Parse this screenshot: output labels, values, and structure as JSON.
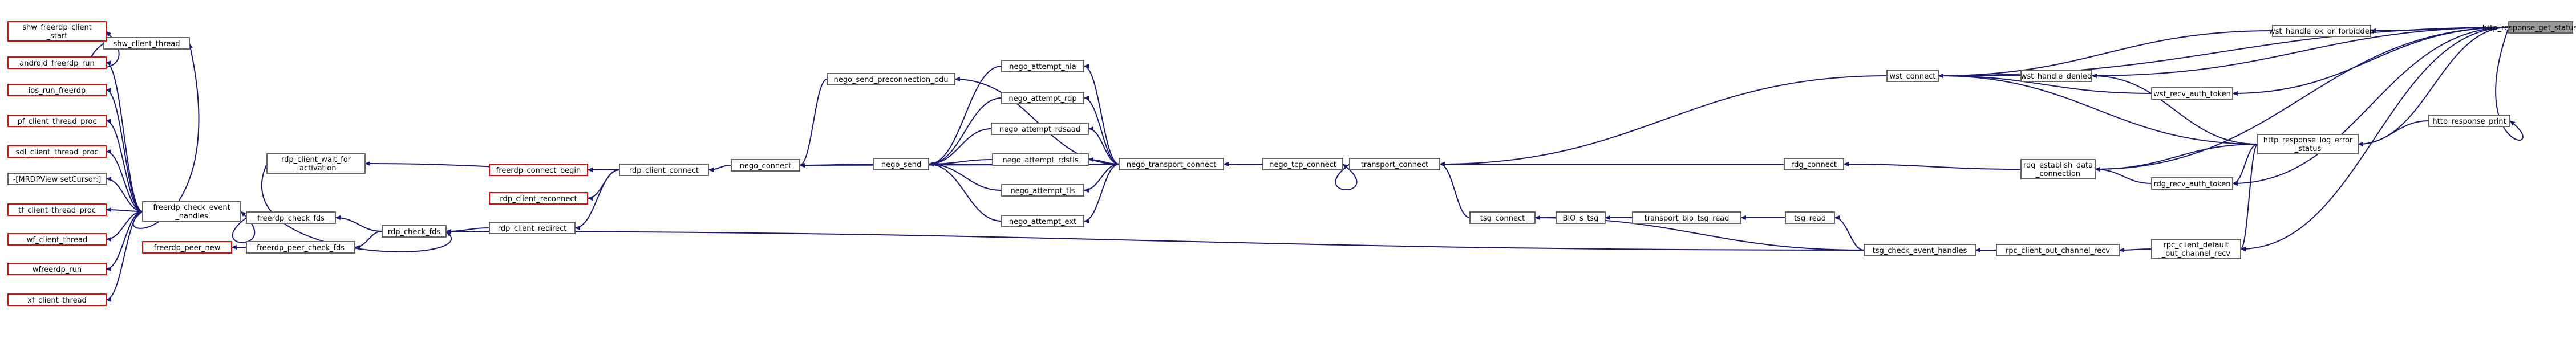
{
  "colors": {
    "edge": "#191970",
    "border": "#666666",
    "caller_border": "#ff0000",
    "focus_fill": "#999999"
  },
  "nodes": [
    {
      "id": "http_response_get_status_code",
      "lines": [
        "http_response_get_status_code"
      ],
      "kind": "focus"
    },
    {
      "id": "wst_handle_ok_or_forbidden",
      "lines": [
        "wst_handle_ok_or_forbidden"
      ],
      "kind": "normal"
    },
    {
      "id": "wst_connect",
      "lines": [
        "wst_connect"
      ],
      "kind": "normal"
    },
    {
      "id": "wst_handle_denied",
      "lines": [
        "wst_handle_denied"
      ],
      "kind": "normal"
    },
    {
      "id": "wst_recv_auth_token",
      "lines": [
        "wst_recv_auth_token"
      ],
      "kind": "normal"
    },
    {
      "id": "http_response_print",
      "lines": [
        "http_response_print"
      ],
      "kind": "normal"
    },
    {
      "id": "http_response_log_error_status",
      "lines": [
        "http_response_log_error",
        "_status"
      ],
      "kind": "normal"
    },
    {
      "id": "rdg_recv_auth_token",
      "lines": [
        "rdg_recv_auth_token"
      ],
      "kind": "normal"
    },
    {
      "id": "rdg_establish_data_connection",
      "lines": [
        "rdg_establish_data",
        "_connection"
      ],
      "kind": "normal"
    },
    {
      "id": "rpc_client_default_out_channel_recv",
      "lines": [
        "rpc_client_default",
        "_out_channel_recv"
      ],
      "kind": "normal"
    },
    {
      "id": "rpc_client_out_channel_recv",
      "lines": [
        "rpc_client_out_channel_recv"
      ],
      "kind": "normal"
    },
    {
      "id": "rdg_connect",
      "lines": [
        "rdg_connect"
      ],
      "kind": "normal"
    },
    {
      "id": "tsg_check_event_handles",
      "lines": [
        "tsg_check_event_handles"
      ],
      "kind": "normal"
    },
    {
      "id": "tsg_read",
      "lines": [
        "tsg_read"
      ],
      "kind": "normal"
    },
    {
      "id": "transport_bio_tsg_read",
      "lines": [
        "transport_bio_tsg_read"
      ],
      "kind": "normal"
    },
    {
      "id": "BIO_s_tsg",
      "lines": [
        "BIO_s_tsg"
      ],
      "kind": "normal"
    },
    {
      "id": "tsg_connect",
      "lines": [
        "tsg_connect"
      ],
      "kind": "normal"
    },
    {
      "id": "transport_connect",
      "lines": [
        "transport_connect"
      ],
      "kind": "normal"
    },
    {
      "id": "nego_tcp_connect",
      "lines": [
        "nego_tcp_connect"
      ],
      "kind": "normal"
    },
    {
      "id": "nego_transport_connect",
      "lines": [
        "nego_transport_connect"
      ],
      "kind": "normal"
    },
    {
      "id": "nego_send_preconnection_pdu",
      "lines": [
        "nego_send_preconnection_pdu"
      ],
      "kind": "normal"
    },
    {
      "id": "nego_attempt_nla",
      "lines": [
        "nego_attempt_nla"
      ],
      "kind": "normal"
    },
    {
      "id": "nego_attempt_rdp",
      "lines": [
        "nego_attempt_rdp"
      ],
      "kind": "normal"
    },
    {
      "id": "nego_attempt_rdsaad",
      "lines": [
        "nego_attempt_rdsaad"
      ],
      "kind": "normal"
    },
    {
      "id": "nego_attempt_rdstls",
      "lines": [
        "nego_attempt_rdstls"
      ],
      "kind": "normal"
    },
    {
      "id": "nego_attempt_tls",
      "lines": [
        "nego_attempt_tls"
      ],
      "kind": "normal"
    },
    {
      "id": "nego_attempt_ext",
      "lines": [
        "nego_attempt_ext"
      ],
      "kind": "normal"
    },
    {
      "id": "nego_send",
      "lines": [
        "nego_send"
      ],
      "kind": "normal"
    },
    {
      "id": "nego_connect",
      "lines": [
        "nego_connect"
      ],
      "kind": "normal"
    },
    {
      "id": "rdp_client_connect",
      "lines": [
        "rdp_client_connect"
      ],
      "kind": "normal"
    },
    {
      "id": "rdp_client_wait_for_activation",
      "lines": [
        "rdp_client_wait_for",
        "_activation"
      ],
      "kind": "normal"
    },
    {
      "id": "rdp_client_redirect",
      "lines": [
        "rdp_client_redirect"
      ],
      "kind": "normal"
    },
    {
      "id": "freerdp_connect_begin",
      "lines": [
        "freerdp_connect_begin"
      ],
      "kind": "caller"
    },
    {
      "id": "rdp_client_reconnect",
      "lines": [
        "rdp_client_reconnect"
      ],
      "kind": "caller"
    },
    {
      "id": "rdp_check_fds",
      "lines": [
        "rdp_check_fds"
      ],
      "kind": "normal"
    },
    {
      "id": "freerdp_check_fds",
      "lines": [
        "freerdp_check_fds"
      ],
      "kind": "normal"
    },
    {
      "id": "freerdp_peer_check_fds",
      "lines": [
        "freerdp_peer_check_fds"
      ],
      "kind": "normal"
    },
    {
      "id": "freerdp_peer_new",
      "lines": [
        "freerdp_peer_new"
      ],
      "kind": "caller"
    },
    {
      "id": "freerdp_check_event_handles",
      "lines": [
        "freerdp_check_event",
        "_handles"
      ],
      "kind": "normal"
    },
    {
      "id": "shw_client_thread",
      "lines": [
        "shw_client_thread"
      ],
      "kind": "normal"
    },
    {
      "id": "shw_freerdp_client_start",
      "lines": [
        "shw_freerdp_client",
        "_start"
      ],
      "kind": "caller"
    },
    {
      "id": "android_freerdp_run",
      "lines": [
        "android_freerdp_run"
      ],
      "kind": "caller"
    },
    {
      "id": "ios_run_freerdp",
      "lines": [
        "ios_run_freerdp"
      ],
      "kind": "caller"
    },
    {
      "id": "pf_client_thread_proc",
      "lines": [
        "pf_client_thread_proc"
      ],
      "kind": "caller"
    },
    {
      "id": "sdl_client_thread_proc",
      "lines": [
        "sdl_client_thread_proc"
      ],
      "kind": "caller"
    },
    {
      "id": "MRDPView_setCursor",
      "lines": [
        "-[MRDPView setCursor:]"
      ],
      "kind": "normal"
    },
    {
      "id": "tf_client_thread_proc",
      "lines": [
        "tf_client_thread_proc"
      ],
      "kind": "caller"
    },
    {
      "id": "wf_client_thread",
      "lines": [
        "wf_client_thread"
      ],
      "kind": "caller"
    },
    {
      "id": "wfreerdp_run",
      "lines": [
        "wfreerdp_run"
      ],
      "kind": "caller"
    },
    {
      "id": "xf_client_thread",
      "lines": [
        "xf_client_thread"
      ],
      "kind": "caller"
    }
  ],
  "edges": [
    [
      "http_response_get_status_code",
      "wst_handle_ok_or_forbidden"
    ],
    [
      "http_response_get_status_code",
      "wst_connect"
    ],
    [
      "http_response_get_status_code",
      "wst_handle_denied"
    ],
    [
      "http_response_get_status_code",
      "wst_recv_auth_token"
    ],
    [
      "http_response_get_status_code",
      "http_response_print"
    ],
    [
      "http_response_get_status_code",
      "http_response_log_error_status"
    ],
    [
      "http_response_get_status_code",
      "rdg_recv_auth_token"
    ],
    [
      "http_response_get_status_code",
      "rdg_establish_data_connection"
    ],
    [
      "http_response_get_status_code",
      "rpc_client_default_out_channel_recv"
    ],
    [
      "wst_handle_ok_or_forbidden",
      "wst_connect"
    ],
    [
      "wst_handle_denied",
      "wst_connect"
    ],
    [
      "wst_recv_auth_token",
      "wst_connect"
    ],
    [
      "http_response_print",
      "http_response_log_error_status"
    ],
    [
      "http_response_log_error_status",
      "wst_handle_denied"
    ],
    [
      "http_response_log_error_status",
      "wst_connect"
    ],
    [
      "http_response_log_error_status",
      "rdg_establish_data_connection"
    ],
    [
      "http_response_log_error_status",
      "rdg_recv_auth_token"
    ],
    [
      "http_response_log_error_status",
      "rpc_client_default_out_channel_recv"
    ],
    [
      "rdg_recv_auth_token",
      "rdg_establish_data_connection"
    ],
    [
      "wst_connect",
      "transport_connect"
    ],
    [
      "rdg_establish_data_connection",
      "rdg_connect"
    ],
    [
      "rdg_connect",
      "transport_connect"
    ],
    [
      "rpc_client_default_out_channel_recv",
      "rpc_client_out_channel_recv"
    ],
    [
      "rpc_client_out_channel_recv",
      "tsg_check_event_handles"
    ],
    [
      "tsg_check_event_handles",
      "tsg_read"
    ],
    [
      "tsg_check_event_handles",
      "tsg_connect"
    ],
    [
      "tsg_check_event_handles",
      "rdp_check_fds"
    ],
    [
      "tsg_read",
      "transport_bio_tsg_read"
    ],
    [
      "transport_bio_tsg_read",
      "BIO_s_tsg"
    ],
    [
      "BIO_s_tsg",
      "tsg_connect"
    ],
    [
      "tsg_connect",
      "transport_connect"
    ],
    [
      "transport_connect",
      "nego_tcp_connect"
    ],
    [
      "nego_tcp_connect",
      "nego_transport_connect"
    ],
    [
      "nego_tcp_connect",
      "nego_connect"
    ],
    [
      "nego_transport_connect",
      "nego_attempt_nla"
    ],
    [
      "nego_transport_connect",
      "nego_attempt_rdp"
    ],
    [
      "nego_transport_connect",
      "nego_attempt_rdsaad"
    ],
    [
      "nego_transport_connect",
      "nego_attempt_rdstls"
    ],
    [
      "nego_transport_connect",
      "nego_attempt_tls"
    ],
    [
      "nego_transport_connect",
      "nego_attempt_ext"
    ],
    [
      "nego_transport_connect",
      "nego_send"
    ],
    [
      "nego_transport_connect",
      "nego_send_preconnection_pdu"
    ],
    [
      "nego_send_preconnection_pdu",
      "nego_connect"
    ],
    [
      "nego_attempt_nla",
      "nego_send"
    ],
    [
      "nego_attempt_rdp",
      "nego_send"
    ],
    [
      "nego_attempt_rdsaad",
      "nego_send"
    ],
    [
      "nego_attempt_rdstls",
      "nego_send"
    ],
    [
      "nego_attempt_tls",
      "nego_send"
    ],
    [
      "nego_attempt_ext",
      "nego_send"
    ],
    [
      "nego_send",
      "nego_connect"
    ],
    [
      "nego_connect",
      "rdp_client_connect"
    ],
    [
      "rdp_client_connect",
      "rdp_client_wait_for_activation"
    ],
    [
      "rdp_client_connect",
      "freerdp_connect_begin"
    ],
    [
      "rdp_client_connect",
      "rdp_client_reconnect"
    ],
    [
      "rdp_client_connect",
      "rdp_client_redirect"
    ],
    [
      "rdp_client_redirect",
      "rdp_check_fds"
    ],
    [
      "rdp_client_wait_for_activation",
      "rdp_check_fds"
    ],
    [
      "rdp_check_fds",
      "freerdp_check_fds"
    ],
    [
      "rdp_check_fds",
      "freerdp_peer_check_fds"
    ],
    [
      "freerdp_peer_check_fds",
      "freerdp_peer_new"
    ],
    [
      "freerdp_check_fds",
      "freerdp_check_event_handles"
    ],
    [
      "freerdp_check_event_handles",
      "shw_client_thread"
    ],
    [
      "freerdp_check_event_handles",
      "android_freerdp_run"
    ],
    [
      "freerdp_check_event_handles",
      "ios_run_freerdp"
    ],
    [
      "freerdp_check_event_handles",
      "pf_client_thread_proc"
    ],
    [
      "freerdp_check_event_handles",
      "sdl_client_thread_proc"
    ],
    [
      "freerdp_check_event_handles",
      "MRDPView_setCursor"
    ],
    [
      "freerdp_check_event_handles",
      "tf_client_thread_proc"
    ],
    [
      "freerdp_check_event_handles",
      "wf_client_thread"
    ],
    [
      "freerdp_check_event_handles",
      "wfreerdp_run"
    ],
    [
      "freerdp_check_event_handles",
      "xf_client_thread"
    ],
    [
      "shw_client_thread",
      "shw_freerdp_client_start"
    ]
  ]
}
